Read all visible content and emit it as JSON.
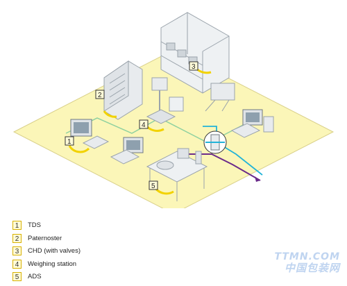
{
  "markers": [
    {
      "num": "1",
      "label": "TDS"
    },
    {
      "num": "2",
      "label": "Paternoster"
    },
    {
      "num": "3",
      "label": "CHD (with valves)"
    },
    {
      "num": "4",
      "label": "Weighing station"
    },
    {
      "num": "5",
      "label": "ADS"
    }
  ],
  "watermark": {
    "line1": "TTMN.COM",
    "line2": "中国包装网"
  },
  "colors": {
    "floor": "#fbf6b8",
    "floor_edge": "#d9d08a",
    "highlight": "#f2d200",
    "line_green": "#8fd1a0",
    "line_cyan": "#22b3d8",
    "line_purple": "#6a2a8a",
    "equipment": "#e8ebee",
    "equipment_dark": "#9aa3ab"
  }
}
